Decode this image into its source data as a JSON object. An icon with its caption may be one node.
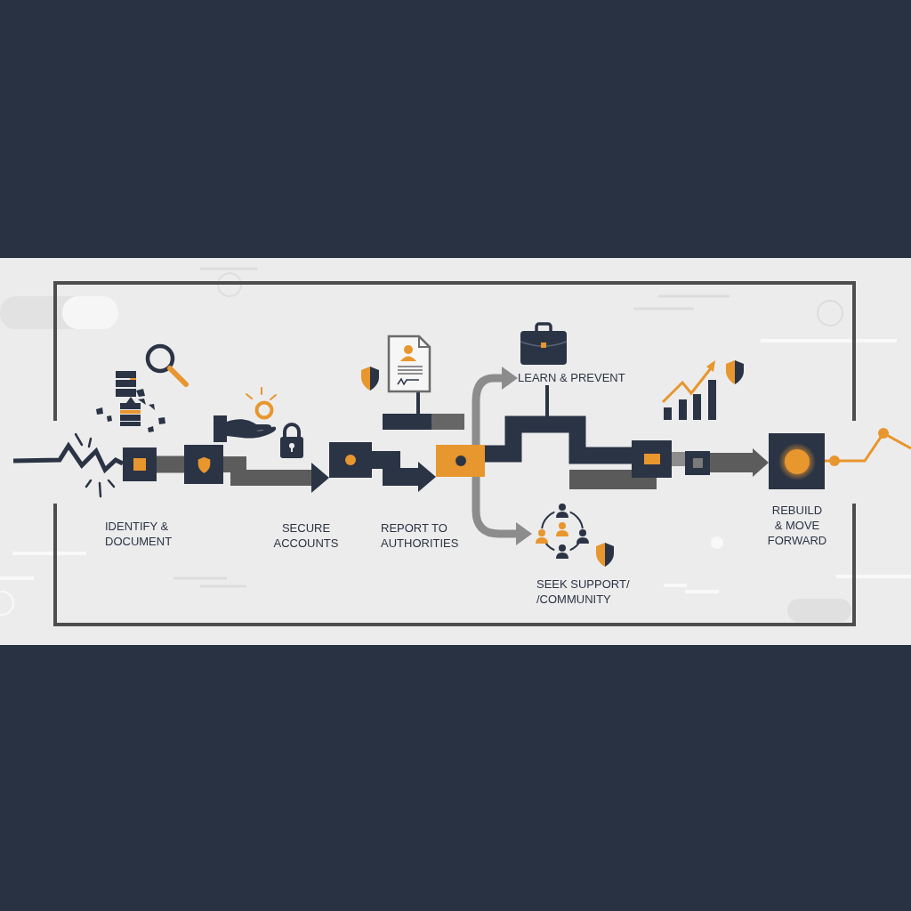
{
  "diagram": {
    "nodes": [
      {
        "text": [],
        "shape": "box",
        "beside": [
          "IDENTIFY & DOCUMENT"
        ]
      },
      {
        "text": [],
        "shape": "box"
      },
      {
        "text": [],
        "shape": "box"
      },
      {
        "text": [],
        "shape": "box"
      },
      {
        "text": [
          "LEARN & PREVENT"
        ]
      },
      {
        "text": [],
        "shape": "picture",
        "beside": [
          "SEEK SUPPORT/ /COMMUNITY"
        ]
      },
      {
        "text": [],
        "shape": "box"
      },
      {
        "text": [],
        "shape": "box"
      },
      {
        "text": [],
        "shape": "box",
        "beside": [
          "REBUILD & MOVE FORWARD"
        ]
      },
      {
        "text": [],
        "shape": "bar"
      }
    ],
    "edges": [
      {
        "from": null,
        "to": 0,
        "arrow": "none"
      },
      {
        "from": 0,
        "to": 1,
        "arrow": "none",
        "color": "#5c5c5c"
      },
      {
        "from": 1,
        "to": 2,
        "arrow": "to",
        "color": "#5c5c5c"
      },
      {
        "from": 2,
        "to": 3,
        "arrow": "to"
      },
      {
        "from": 3,
        "to": 4,
        "arrow": "to",
        "color": "#8c8c8c"
      },
      {
        "from": 3,
        "to": 5,
        "arrow": "to",
        "color": "#8c8c8c"
      },
      {
        "from": 3,
        "to": 6,
        "arrow": "none"
      },
      {
        "from": 6,
        "to": 7,
        "arrow": "none",
        "color": "#8c8c8c"
      },
      {
        "from": 7,
        "to": 8,
        "arrow": "to",
        "color": "#5c5c5c"
      },
      {
        "from": 8,
        "to": null,
        "arrow": "other",
        "color": "#e8962e"
      },
      {
        "from": 4,
        "to": null,
        "arrow": "none"
      }
    ],
    "labels": [
      "SECURE ACCOUNTS",
      "REPORT TO AUTHORITIES"
    ]
  }
}
